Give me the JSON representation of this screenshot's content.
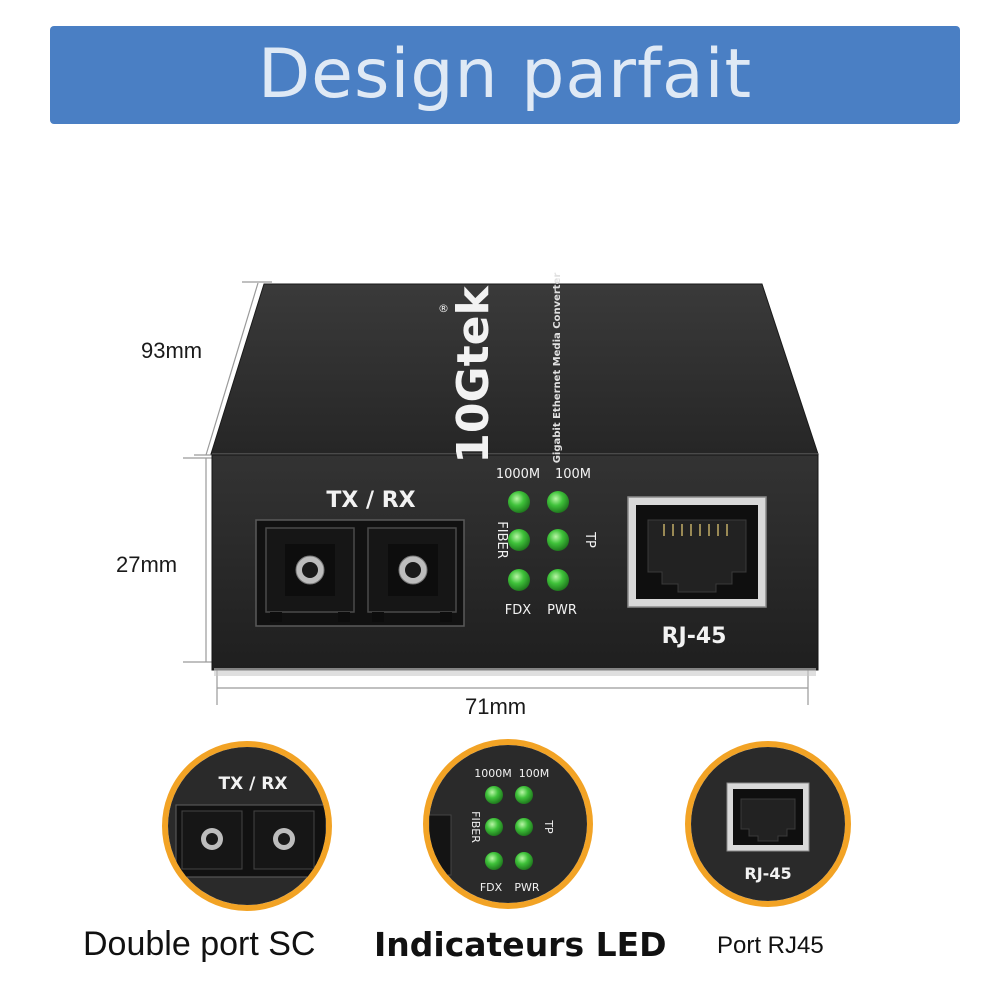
{
  "banner": {
    "title": "Design parfait"
  },
  "dimensions": {
    "depth": "93mm",
    "height": "27mm",
    "width": "71mm"
  },
  "device": {
    "brand": "10Gtek",
    "registered_mark": "®",
    "subtitle": "Gigabit Ethernet Media Converter",
    "sc_label": "TX / RX",
    "rj45_label": "RJ-45",
    "led_top_left": "1000M",
    "led_top_right": "100M",
    "led_side_left": "FIBER",
    "led_side_right": "TP",
    "led_bottom_left": "FDX",
    "led_bottom_right": "PWR",
    "led_color": "#3fc23a",
    "body_color": "#2b2b2b"
  },
  "features": [
    {
      "caption": "Double port SC"
    },
    {
      "caption": "Indicateurs LED"
    },
    {
      "caption": "Port RJ45"
    }
  ],
  "accent_color": "#f2a325"
}
